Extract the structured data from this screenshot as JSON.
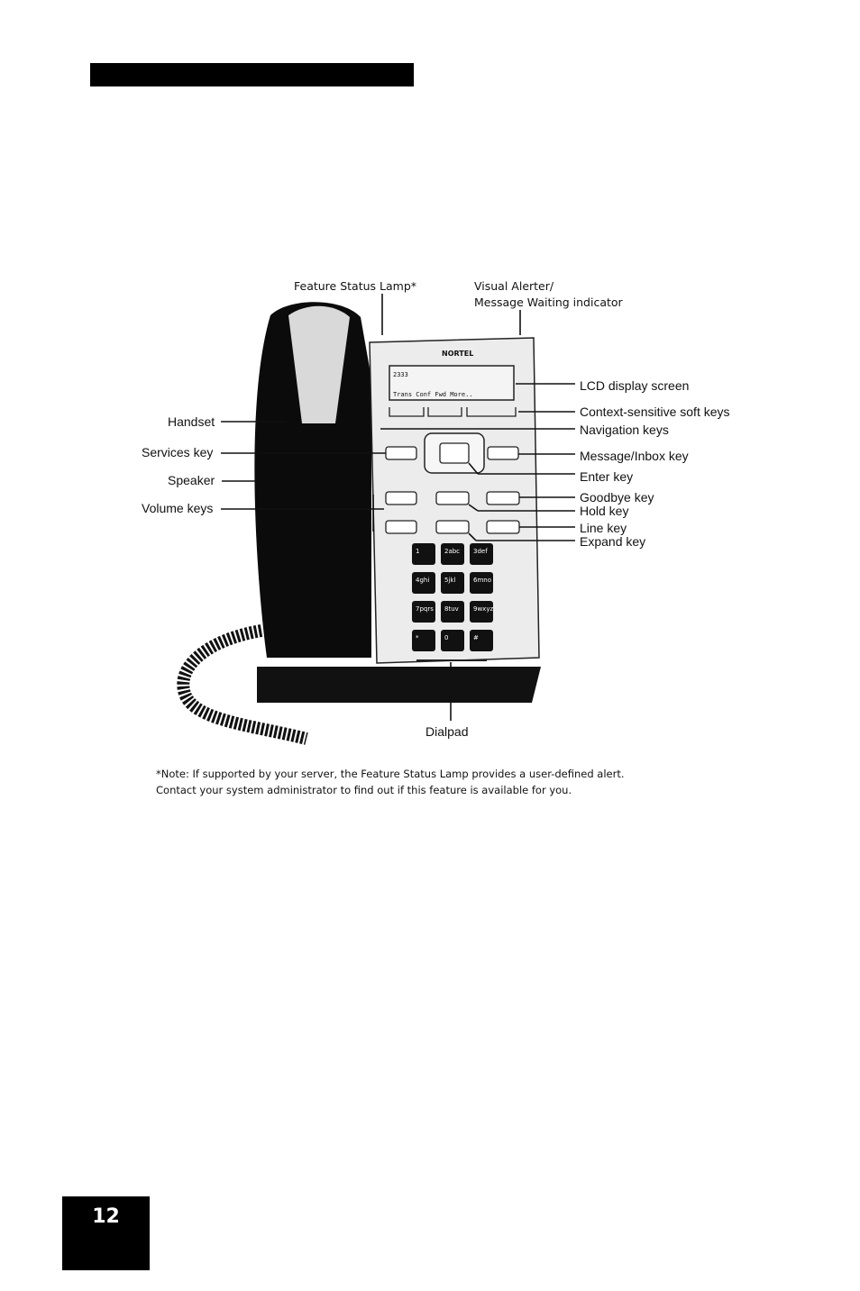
{
  "header": {
    "bar_color": "#000000"
  },
  "figure": {
    "top_labels": {
      "feature_status_lamp": "Feature Status Lamp*",
      "visual_alerter_line1": "Visual Alerter/",
      "visual_alerter_line2": "Message Waiting indicator"
    },
    "left_labels": {
      "handset": "Handset",
      "services_key": "Services key",
      "speaker": "Speaker",
      "volume_keys": "Volume keys"
    },
    "right_labels": {
      "lcd_display": "LCD display screen",
      "soft_keys": "Context-sensitive soft keys",
      "navigation_keys": "Navigation keys",
      "message_inbox_key": "Message/Inbox key",
      "enter_key": "Enter key",
      "goodbye_key": "Goodbye key",
      "hold_key": "Hold key",
      "line_key": "Line key",
      "expand_key": "Expand key"
    },
    "bottom_label": {
      "dialpad": "Dialpad"
    },
    "phone": {
      "brand": "NORTEL",
      "lcd_line1": "2333",
      "lcd_softkeys": [
        "Trans",
        "Conf",
        "Fwd",
        "More.."
      ],
      "dialpad_keys": [
        "1",
        "2abc",
        "3def",
        "4ghi",
        "5jkl",
        "6mno",
        "7pqrs",
        "8tuv",
        "9wxyz",
        "*",
        "0",
        "#"
      ]
    }
  },
  "note": {
    "line1": "*Note: If supported by your server, the Feature Status Lamp provides a user-defined alert.",
    "line2": "Contact your system administrator to find out if this feature is available for you."
  },
  "page": {
    "number": "12"
  }
}
